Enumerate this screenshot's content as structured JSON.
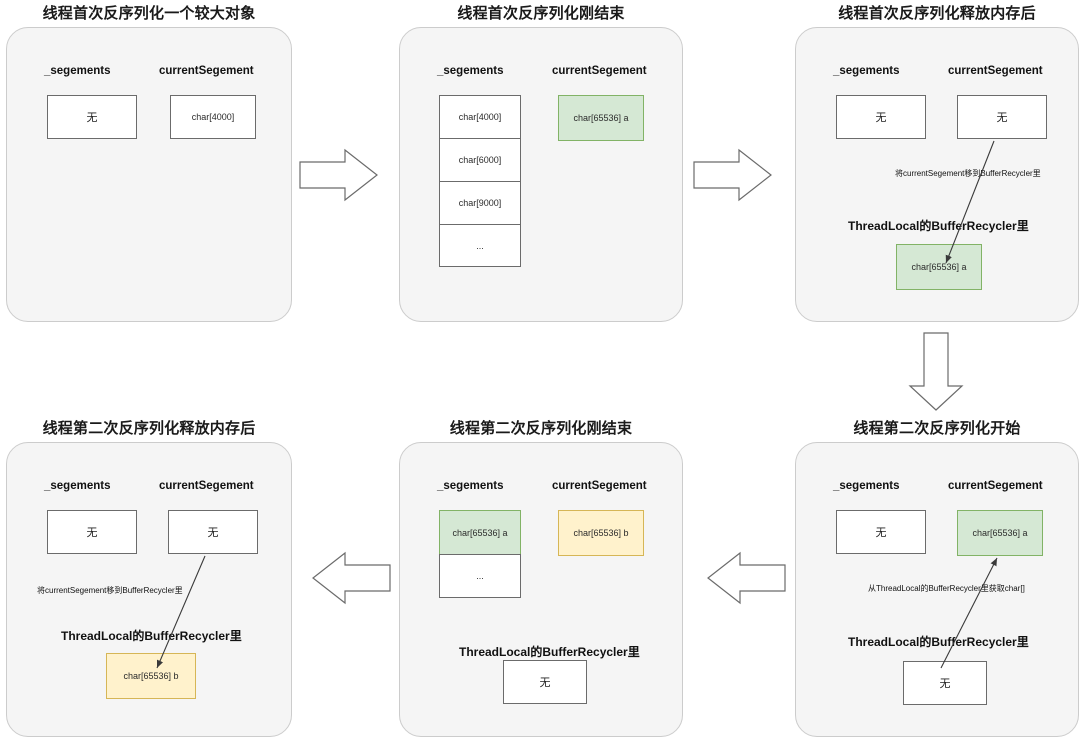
{
  "colors": {
    "panel_bg": "#f5f5f5",
    "panel_border": "#cccccc",
    "box_border": "#6b6b6b",
    "green_fill": "#d5e8d4",
    "green_border": "#82b366",
    "yellow_fill": "#fff2cc",
    "yellow_border": "#d6b656",
    "arrow_stroke": "#6b6b6b"
  },
  "labels": {
    "segments": "_segements",
    "current_segment": "currentSegement",
    "none": "无",
    "ellipsis": "...",
    "buffer_recycler": "ThreadLocal的BufferRecycler里"
  },
  "panels": [
    {
      "id": "p1",
      "title": "线程首次反序列化一个较大对象",
      "segments_header": "_segements",
      "current_header": "currentSegement",
      "segments_value": "无",
      "current_value": "char[4000]"
    },
    {
      "id": "p2",
      "title": "线程首次反序列化刚结束",
      "segments_header": "_segements",
      "current_header": "currentSegement",
      "segments_list": [
        "char[4000]",
        "char[6000]",
        "char[9000]",
        "..."
      ],
      "current_value": "char[65536] a"
    },
    {
      "id": "p3",
      "title": "线程首次反序列化释放内存后",
      "segments_header": "_segements",
      "current_header": "currentSegement",
      "segments_value": "无",
      "current_value": "无",
      "note": "将currentSegement移到BufferRecycler里",
      "recycler_title": "ThreadLocal的BufferRecycler里",
      "recycler_value": "char[65536] a"
    },
    {
      "id": "p4",
      "title": "线程第二次反序列化开始",
      "segments_header": "_segements",
      "current_header": "currentSegement",
      "segments_value": "无",
      "current_value": "char[65536] a",
      "note": "从ThreadLocal的BufferRecycler里获取char[]",
      "recycler_title": "ThreadLocal的BufferRecycler里",
      "recycler_value": "无"
    },
    {
      "id": "p5",
      "title": "线程第二次反序列化刚结束",
      "segments_header": "_segements",
      "current_header": "currentSegement",
      "segments_list": [
        "char[65536] a",
        "..."
      ],
      "current_value": "char[65536] b",
      "recycler_title": "ThreadLocal的BufferRecycler里",
      "recycler_value": "无"
    },
    {
      "id": "p6",
      "title": "线程第二次反序列化释放内存后",
      "segments_header": "_segements",
      "current_header": "currentSegement",
      "segments_value": "无",
      "current_value": "无",
      "note": "将currentSegement移到BufferRecycler里",
      "recycler_title": "ThreadLocal的BufferRecycler里",
      "recycler_value": "char[65536] b"
    }
  ],
  "flow_arrows": [
    {
      "name": "arrow-p1-to-p2",
      "direction": "right"
    },
    {
      "name": "arrow-p2-to-p3",
      "direction": "right"
    },
    {
      "name": "arrow-p3-to-p4",
      "direction": "down"
    },
    {
      "name": "arrow-p4-to-p5",
      "direction": "left"
    },
    {
      "name": "arrow-p5-to-p6",
      "direction": "left"
    }
  ]
}
